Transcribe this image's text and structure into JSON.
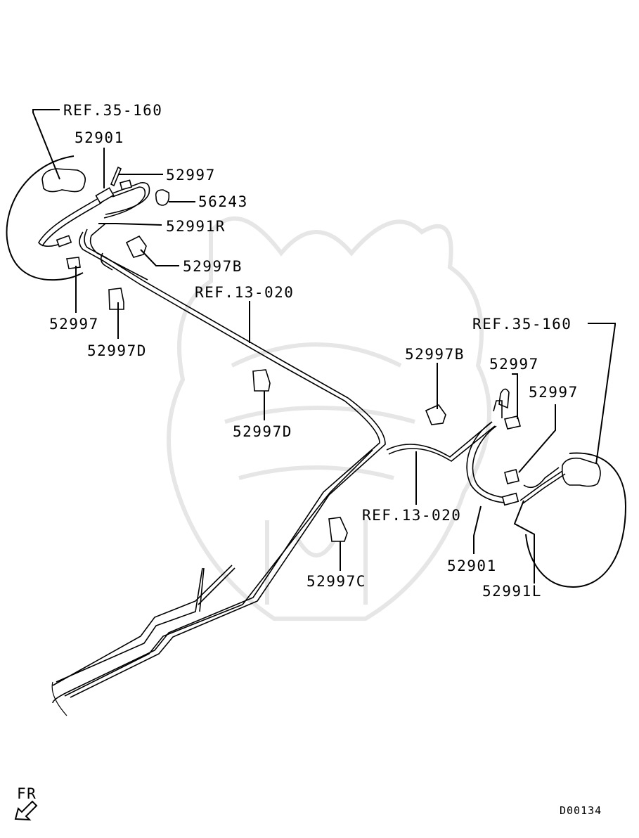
{
  "diagram_id": "D00134",
  "direction_label": "FR",
  "labels": {
    "ref_35_160_left": "REF.35-160",
    "p52901_left": "52901",
    "p52997_top": "52997",
    "p56243": "56243",
    "p52991R": "52991R",
    "p52997B_left": "52997B",
    "p52997_left": "52997",
    "p52997D_left": "52997D",
    "ref_13_020_top": "REF.13-020",
    "p52997D_mid": "52997D",
    "p52997B_right": "52997B",
    "p52997_right1": "52997",
    "p52997_right2": "52997",
    "ref_35_160_right": "REF.35-160",
    "ref_13_020_bottom": "REF.13-020",
    "p52997C": "52997C",
    "p52901_right": "52901",
    "p52991L": "52991L"
  }
}
